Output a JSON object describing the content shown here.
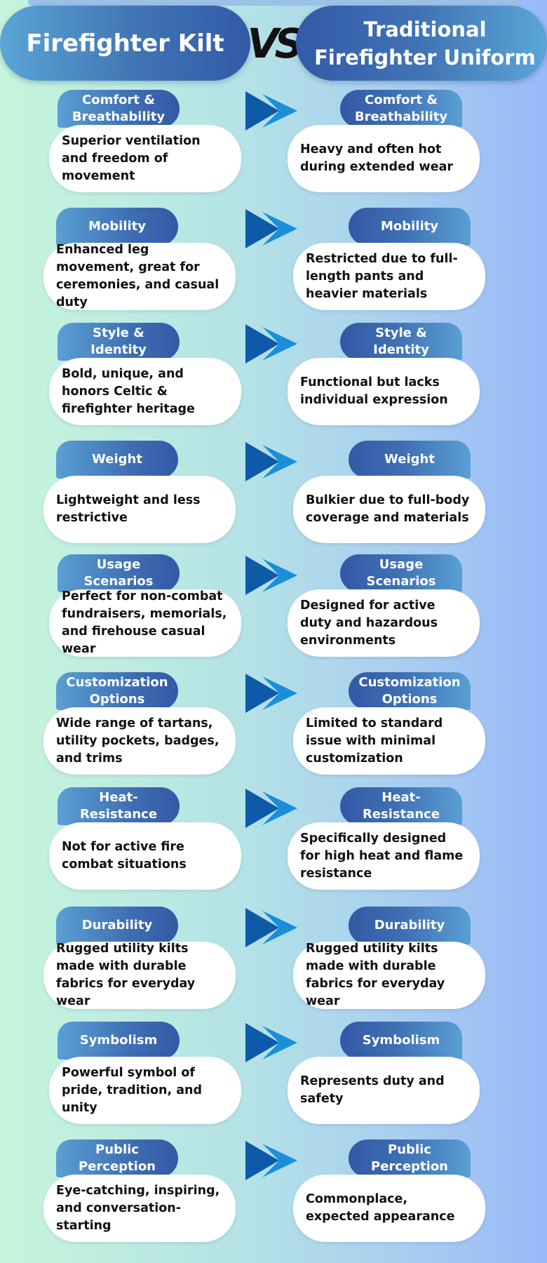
{
  "header": {
    "left_title": "Firefighter Kilt",
    "vs": "VS",
    "right_title_line1": "Traditional",
    "right_title_line2": "Firefighter Uniform"
  },
  "colors": {
    "tag_dark": "#3458a6",
    "tag_light": "#5a9fd4",
    "arrow_dark": "#0d5aa8",
    "arrow_light": "#1b8ed8"
  },
  "rows": [
    {
      "label": "Comfort & Breathability",
      "kilt": "Superior ventilation and freedom of movement",
      "uniform": "Heavy and often hot during extended wear"
    },
    {
      "label": "Mobility",
      "kilt": "Enhanced leg movement, great for ceremonies, and casual duty",
      "uniform": "Restricted due to full-length pants and heavier materials"
    },
    {
      "label": "Style & Identity",
      "kilt": "Bold, unique, and honors Celtic & firefighter heritage",
      "uniform": "Functional but lacks individual expression"
    },
    {
      "label": "Weight",
      "kilt": "Lightweight and less restrictive",
      "uniform": "Bulkier due to full-body coverage and materials"
    },
    {
      "label": "Usage Scenarios",
      "kilt": "Perfect for non-combat fundraisers, memorials, and firehouse casual wear",
      "uniform": "Designed for active duty and hazardous environments"
    },
    {
      "label": "Customization Options",
      "kilt": "Wide range of tartans, utility pockets, badges, and trims",
      "uniform": "Limited to standard issue with minimal customization"
    },
    {
      "label": "Heat-Resistance",
      "kilt": "Not for active fire combat situations",
      "uniform": "Specifically designed for high heat and flame resistance"
    },
    {
      "label": "Durability",
      "kilt": "Rugged utility kilts made with durable fabrics for everyday wear",
      "uniform": "Rugged utility kilts made with durable fabrics for everyday wear"
    },
    {
      "label": "Symbolism",
      "kilt": "Powerful symbol of pride, tradition, and unity",
      "uniform": "Represents duty and safety"
    },
    {
      "label": "Public Perception",
      "kilt": "Eye-catching, inspiring, and conversation-starting",
      "uniform": "Commonplace, expected appearance"
    }
  ]
}
